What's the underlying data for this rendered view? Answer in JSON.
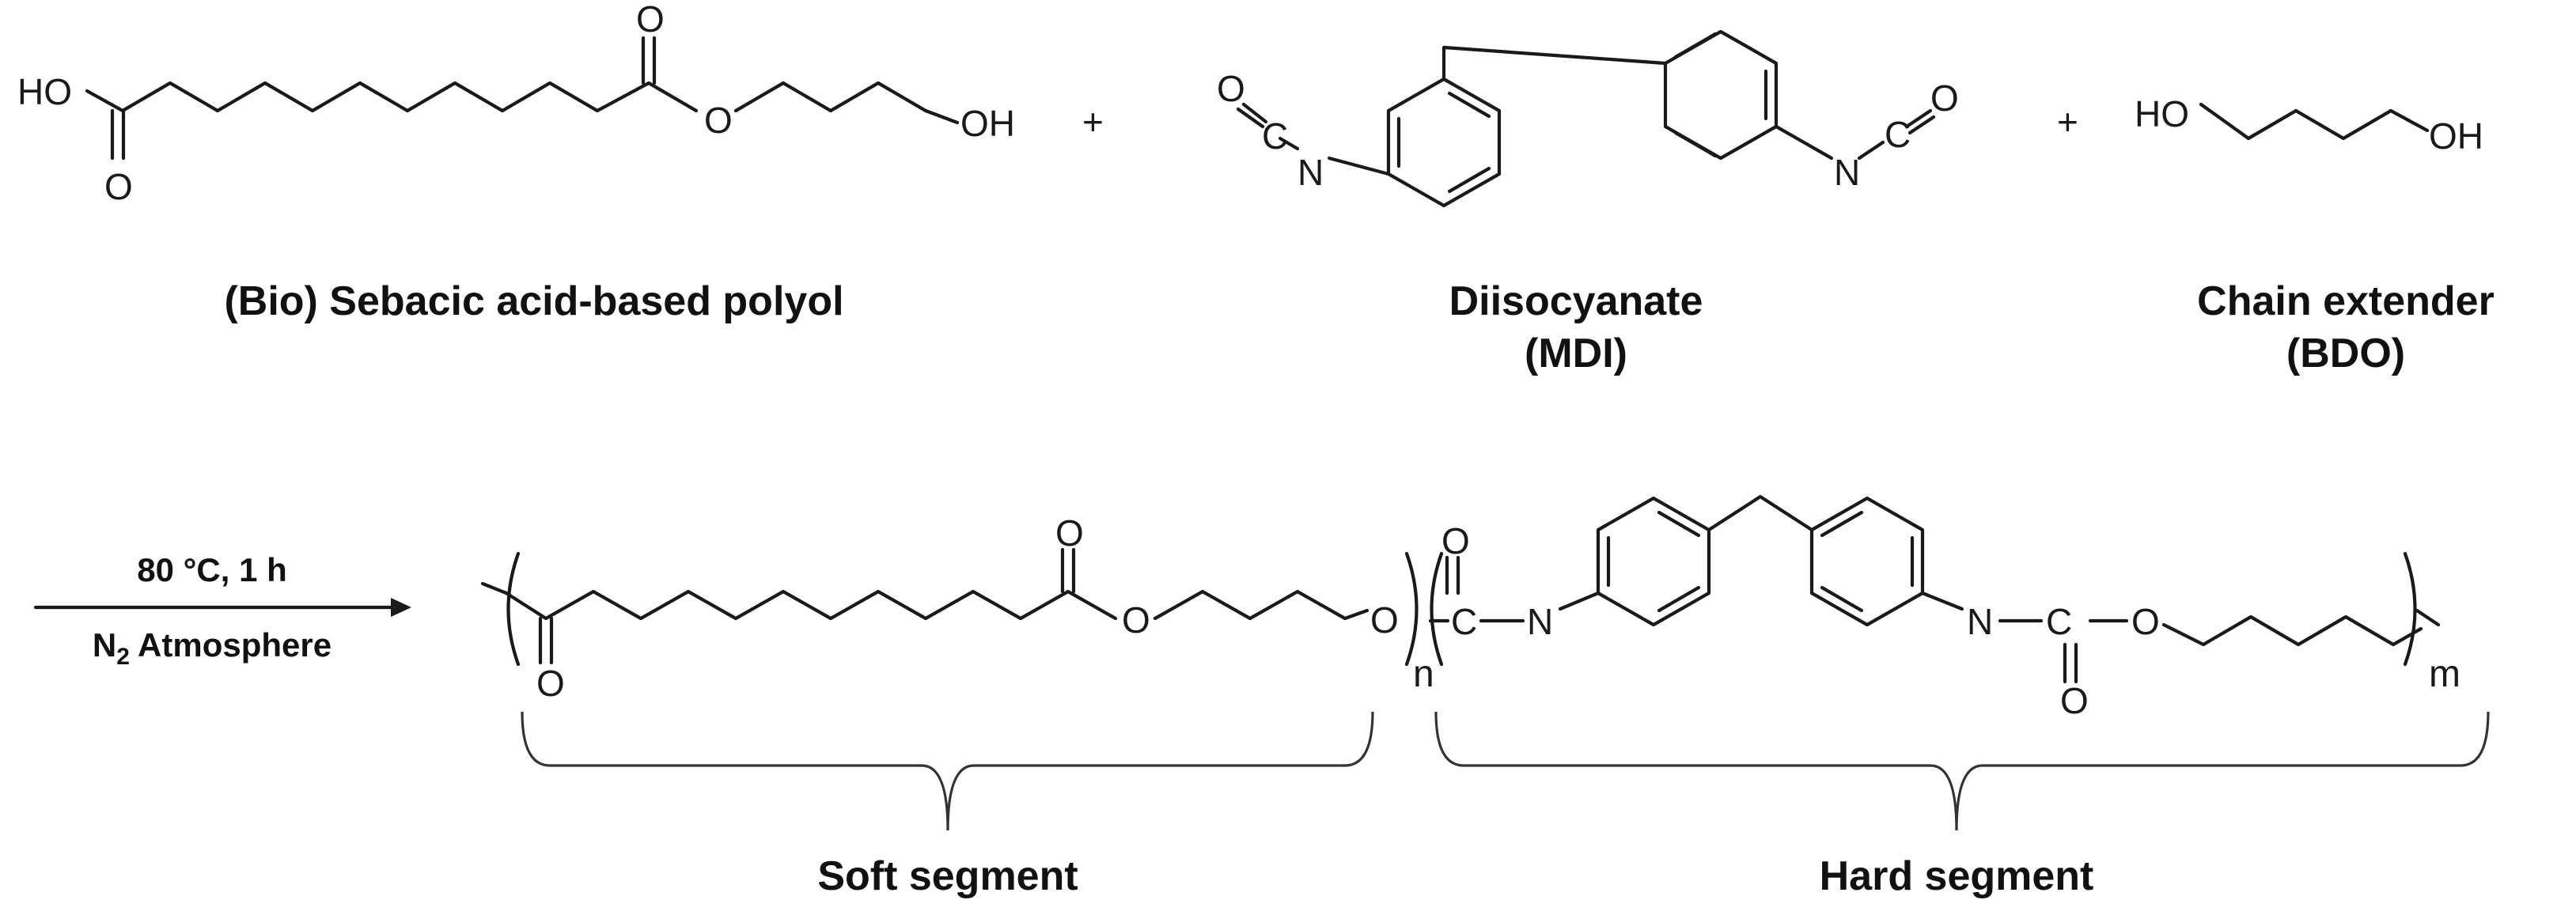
{
  "reactants": {
    "polyol": {
      "caption": "(Bio) Sebacic acid-based polyol",
      "atom_ho": "HO",
      "atom_o_acid": "O",
      "atom_o_ketone": "O",
      "atom_o_ester": "O",
      "atom_oh": "OH"
    },
    "diisocyanate": {
      "caption": "Diisocyanate",
      "abbr": "(MDI)",
      "atom_o_left": "O",
      "atom_c_left": "C",
      "atom_n_left": "N",
      "atom_n_right": "N",
      "atom_c_right": "C",
      "atom_o_right": "O"
    },
    "chain_extender": {
      "caption": "Chain extender",
      "abbr": "(BDO)",
      "atom_ho": "HO",
      "atom_oh": "OH"
    },
    "plus_1": "+",
    "plus_2": "+"
  },
  "conditions": {
    "temperature_time": "80 °C, 1 h",
    "atmosphere_prefix": "N",
    "atmosphere_subscript": "2",
    "atmosphere_suffix": " Atmosphere"
  },
  "product": {
    "soft": {
      "atom_o_carbonyl": "O",
      "atom_o_ketone": "O",
      "atom_o_ester": "O",
      "atom_o_end": "O",
      "subscript_n": "n"
    },
    "hard": {
      "atom_o_top": "O",
      "atom_c_left": "C",
      "atom_n_left": "N",
      "atom_n_right": "N",
      "atom_c_right": "C",
      "atom_o_bottom": "O",
      "atom_o_chain": "O",
      "subscript_m": "m"
    }
  },
  "labels": {
    "soft_segment": "Soft segment",
    "hard_segment": "Hard segment"
  }
}
